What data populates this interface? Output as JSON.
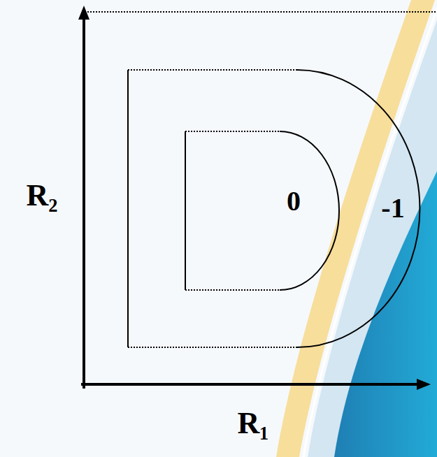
{
  "diagram": {
    "labels": [
      "R₂",
      "0",
      "-1",
      "R₁"
    ]
  }
}
